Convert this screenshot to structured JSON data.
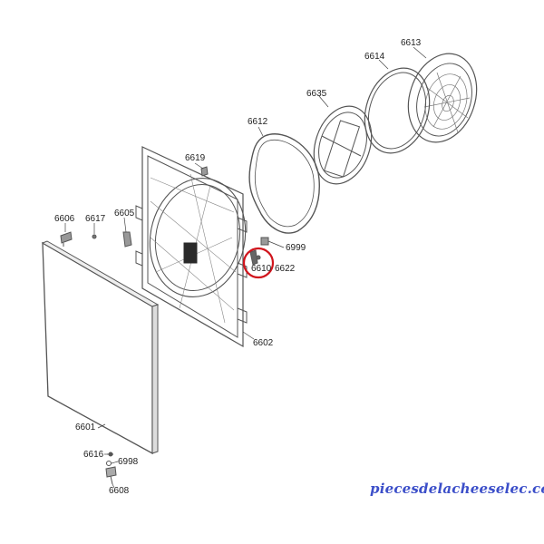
{
  "diagram": {
    "parts": {
      "p6613": "6613",
      "p6614": "6614",
      "p6635": "6635",
      "p6612": "6612",
      "p6619": "6619",
      "p6606": "6606",
      "p6617": "6617",
      "p6605": "6605",
      "p6999": "6999",
      "p6610": "6610",
      "p6622": "6622",
      "p6602": "6602",
      "p6601": "6601",
      "p6616": "6616",
      "p6998": "6998",
      "p6608": "6608"
    },
    "highlight": {
      "part": "6610",
      "color": "#d0141c"
    },
    "line_color": "#555555"
  },
  "watermark": {
    "text": "piecesdelacheeselec.com",
    "color": "#3c4fc9"
  }
}
